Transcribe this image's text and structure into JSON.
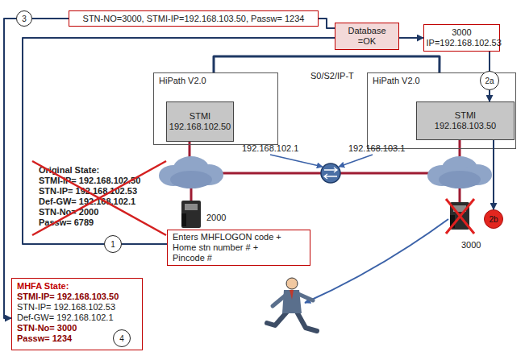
{
  "diagram": {
    "nodes": [
      {
        "text": [
          "3"
        ]
      },
      {
        "text": [
          "STN-NO=3000, STMI-IP=192.168.103.50, Passw= 1234"
        ]
      },
      {
        "text": [
          "Database =OK"
        ]
      },
      {
        "text": [
          "3000 IP=192.168.102.53"
        ]
      },
      {
        "text": [
          "HiPath V2.0"
        ]
      },
      {
        "text": [
          "STMI 192.168.102.50"
        ],
        "in": 4
      },
      {
        "text": [
          "HiPath V2.0"
        ]
      },
      {
        "text": [
          "STMI 192.168.103.50"
        ],
        "in": 6
      },
      {
        "text": [
          "2a"
        ]
      },
      {
        "text": [
          "2b"
        ]
      },
      {
        "text": [
          "1"
        ]
      },
      {
        "text": [
          "Enters MHFLOGON code + Home stn number # + Pincode #"
        ]
      },
      {
        "text": [
          "MHFA State:",
          "STMI-IP= 192.168.103.50",
          "STN-IP= 192.168.102.53",
          "Def-GW= 192.168.102.1",
          "STN-No= 3000",
          "Passw= 1234"
        ]
      },
      {
        "text": [
          "4"
        ],
        "in": 12
      }
    ],
    "edges": [
      {
        "from": 2,
        "to": 1,
        "arrow": "none"
      },
      {
        "from": 1,
        "to": 0,
        "arrow": "none"
      },
      {
        "from": 0,
        "to": 12,
        "arrow": "to"
      },
      {
        "from": 10,
        "to": 2,
        "arrow": "none"
      },
      {
        "from": 11,
        "to": 10,
        "arrow": "none"
      },
      {
        "from": 2,
        "to": 3,
        "arrow": "to"
      },
      {
        "from": 3,
        "to": 8,
        "arrow": "none"
      },
      {
        "from": 8,
        "to": 7,
        "arrow": "to"
      },
      {
        "from": 7,
        "to": 9,
        "arrow": "to"
      },
      {
        "from": 4,
        "to": 6,
        "label": "S0/S2/IP-T",
        "arrow": "none"
      }
    ],
    "labels": [
      "192.168.102.1",
      "192.168.103.1",
      "2000",
      "3000",
      "Original State:",
      "STMI-IP= 192.168.102.50",
      "STN-IP= 192.168.102.53",
      "Def-GW= 192.168.102.1",
      "STN-No= 2000",
      "Passw= 6789"
    ]
  }
}
